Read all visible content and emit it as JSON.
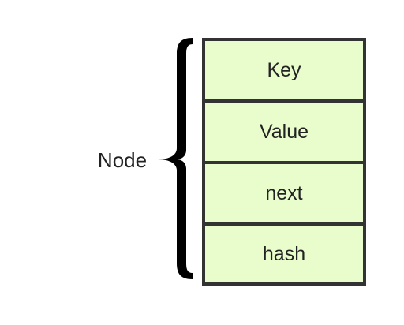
{
  "group_label": "Node",
  "fields": [
    {
      "label": "Key"
    },
    {
      "label": "Value"
    },
    {
      "label": "next"
    },
    {
      "label": "hash"
    }
  ],
  "colors": {
    "cell_fill": "#e8fccc",
    "cell_border": "#333333",
    "brace": "#000000",
    "text": "#222222"
  }
}
